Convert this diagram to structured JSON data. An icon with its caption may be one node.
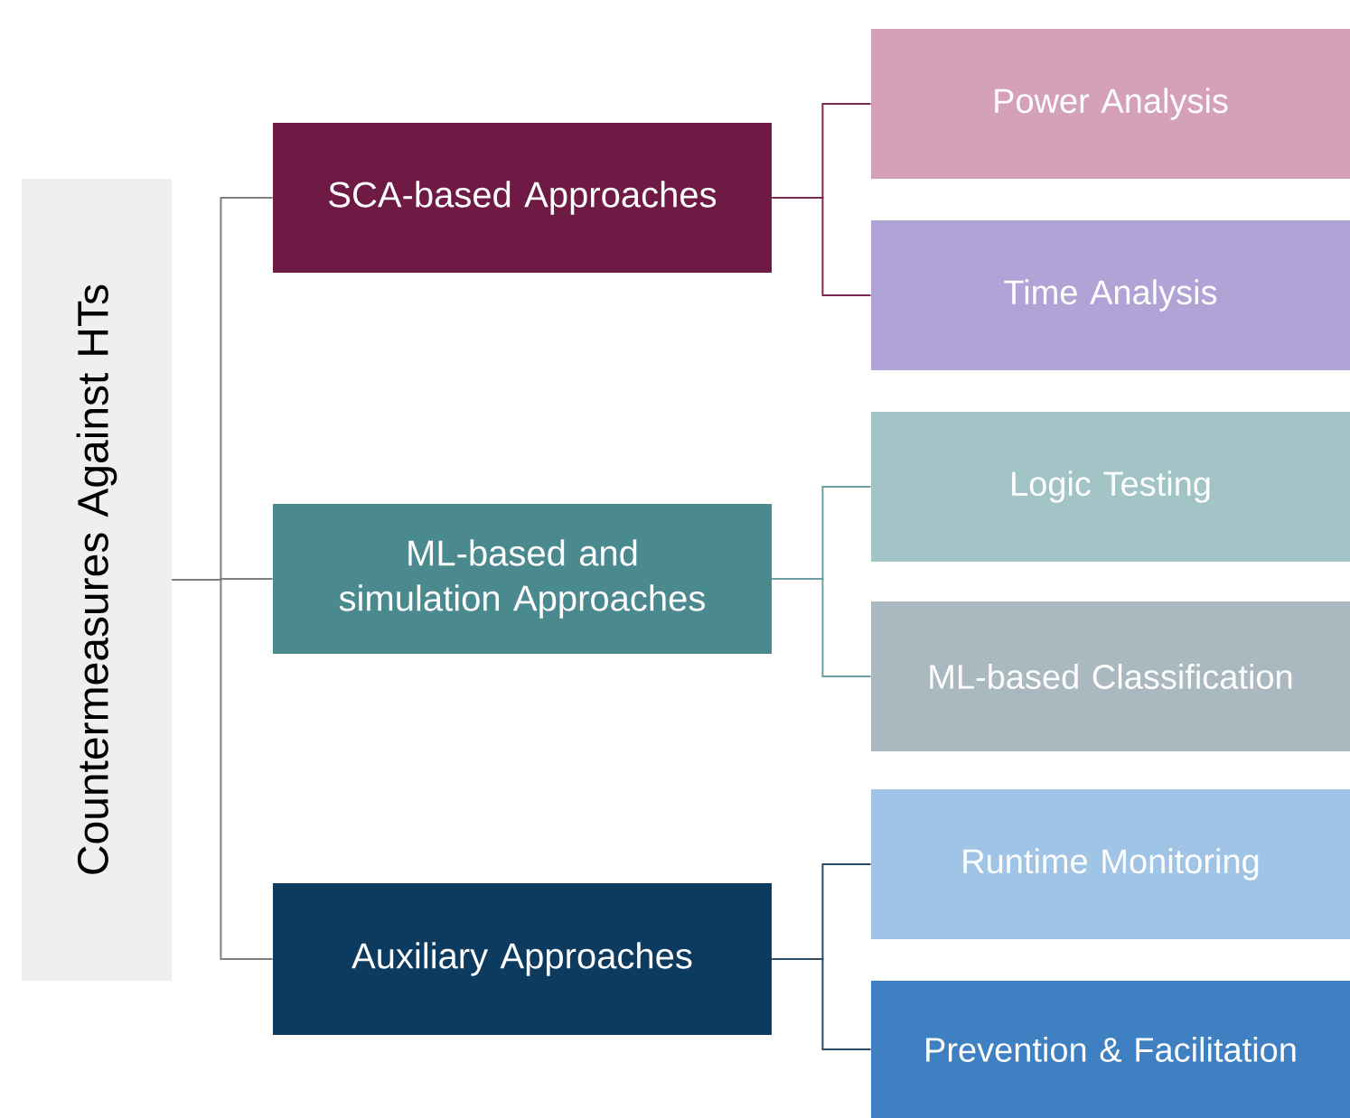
{
  "diagram": {
    "nodes": [
      {
        "text": [
          "Countermeasures Against HTs"
        ]
      },
      {
        "text": [
          "SCA-based Approaches"
        ]
      },
      {
        "text": [
          "ML-based and simulation Approaches"
        ]
      },
      {
        "text": [
          "Auxiliary Approaches"
        ]
      },
      {
        "text": [
          "Power Analysis"
        ]
      },
      {
        "text": [
          "Time Analysis"
        ]
      },
      {
        "text": [
          "Logic Testing"
        ]
      },
      {
        "text": [
          "ML-based Classification"
        ]
      },
      {
        "text": [
          "Runtime Monitoring"
        ]
      },
      {
        "text": [
          "Prevention & Facilitation"
        ]
      }
    ],
    "edges": [
      {
        "from": 0,
        "to": 1,
        "arrow": "none"
      },
      {
        "from": 0,
        "to": 2,
        "arrow": "none"
      },
      {
        "from": 0,
        "to": 3,
        "arrow": "none"
      },
      {
        "from": 1,
        "to": 4,
        "arrow": "none",
        "color": "#7a2a52"
      },
      {
        "from": 1,
        "to": 5,
        "arrow": "none",
        "color": "#7a2a52"
      },
      {
        "from": 2,
        "to": 6,
        "arrow": "none",
        "color": "#6a9ea3"
      },
      {
        "from": 2,
        "to": 7,
        "arrow": "none",
        "color": "#6a9ea3"
      },
      {
        "from": 3,
        "to": 8,
        "arrow": "none",
        "color": "#2b4a63"
      },
      {
        "from": 3,
        "to": 9,
        "arrow": "none",
        "color": "#2b4a63"
      }
    ]
  }
}
